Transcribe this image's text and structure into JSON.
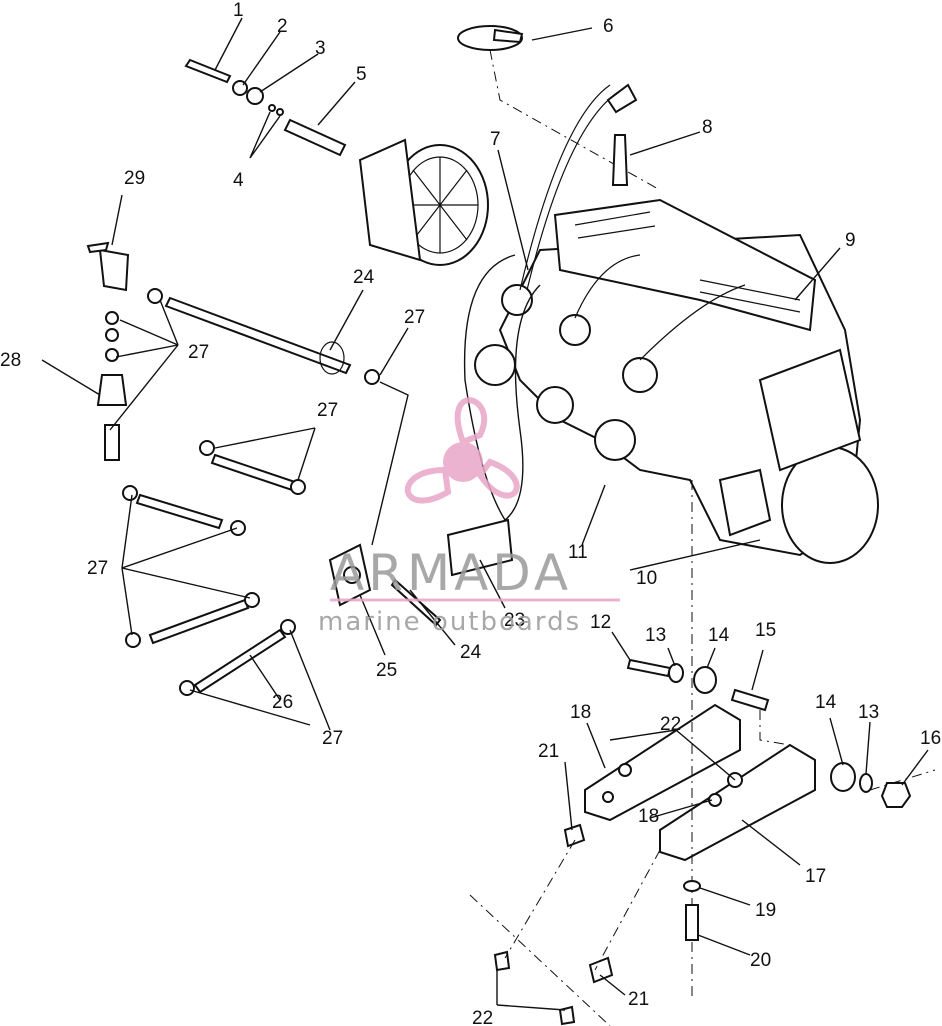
{
  "diagram": {
    "labels": [
      "1",
      "2",
      "3",
      "4",
      "5",
      "6",
      "7",
      "8",
      "9",
      "10",
      "11",
      "12",
      "13",
      "14",
      "15",
      "16",
      "17",
      "18",
      "19",
      "20",
      "21",
      "22",
      "23",
      "24",
      "25",
      "26",
      "27",
      "28",
      "29"
    ],
    "extra_labels": {
      "label_13b": "13",
      "label_14b": "14",
      "label_18b": "18",
      "label_21b": "21",
      "label_22b": "22",
      "label_24b": "24",
      "label_27b": "27",
      "label_27c": "27",
      "label_27d": "27"
    }
  },
  "watermark": {
    "brand": "ARMADA",
    "tagline": "marine outboards",
    "color": "#e8a6c8"
  }
}
